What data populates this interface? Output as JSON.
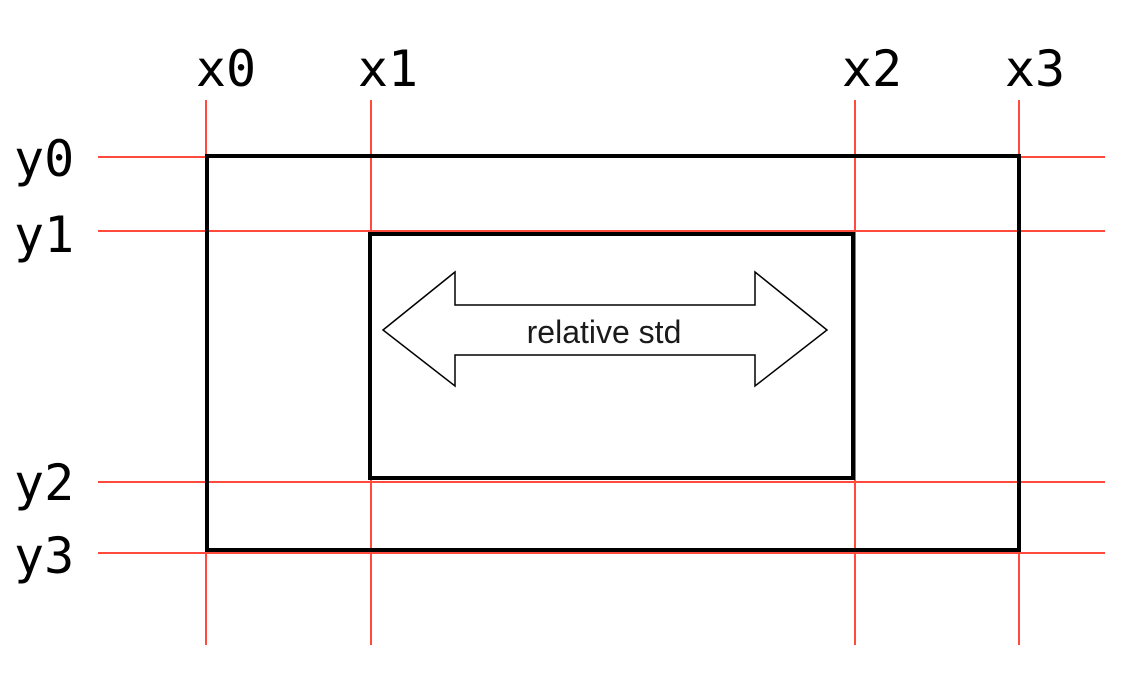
{
  "labels": {
    "x": [
      "x0",
      "x1",
      "x2",
      "x3"
    ],
    "y": [
      "y0",
      "y1",
      "y2",
      "y3"
    ],
    "arrow": "relative std"
  },
  "colors": {
    "guide_lines": "#ff4a3d",
    "box_outline": "#000000",
    "arrow_fill": "#ffffff",
    "arrow_outline": "#000000",
    "background": "#ffffff"
  }
}
